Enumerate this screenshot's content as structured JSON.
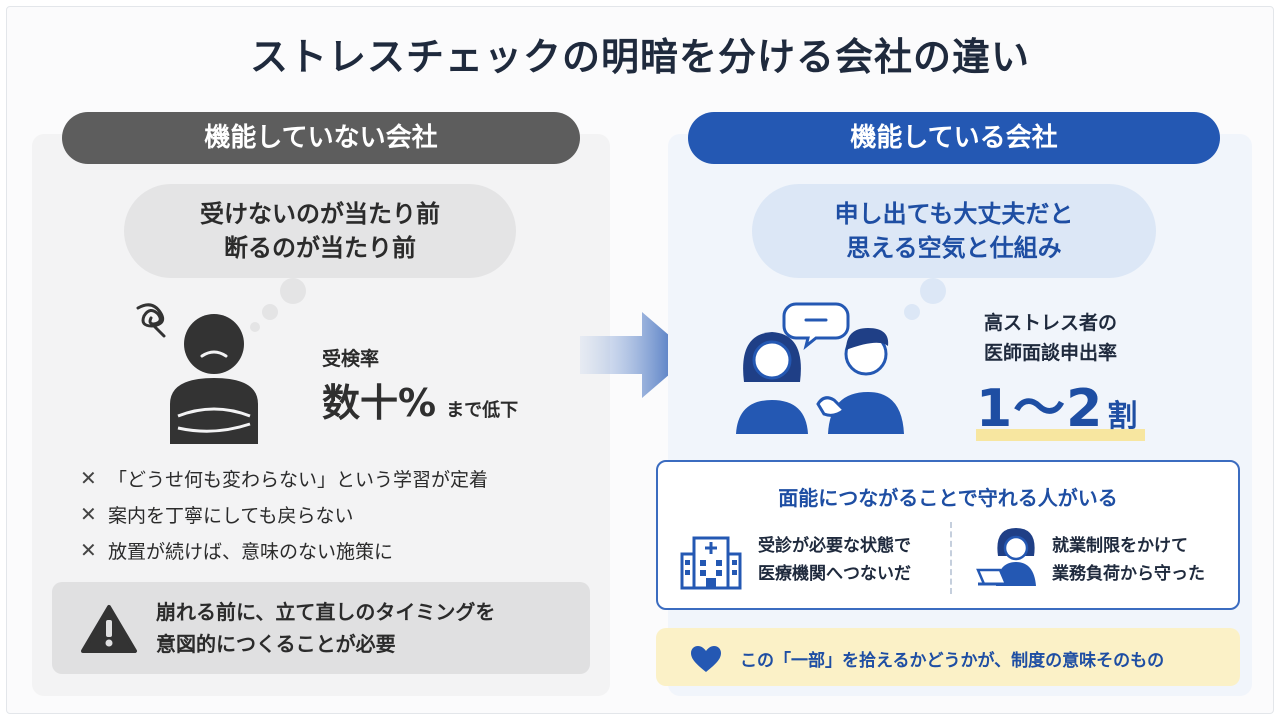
{
  "title": "ストレスチェックの明暗を分ける会社の違い",
  "left": {
    "header": "機能していない会社",
    "bubble_line1": "受けないのが当たり前",
    "bubble_line2": "断るのが当たり前",
    "exam_label": "受検率",
    "exam_value": "数十%",
    "exam_suffix": "まで低下",
    "cross_mark": "✕",
    "items": [
      "「どうせ何も変わらない」という学習が定着",
      "案内を丁寧にしても戻らない",
      "放置が続けば、意味のない施策に"
    ],
    "warning_line1": "崩れる前に、立て直しのタイミングを",
    "warning_line2": "意図的につくることが必要"
  },
  "right": {
    "header": "機能している会社",
    "bubble_line1": "申し出ても大丈夫だと",
    "bubble_line2": "思える空気と仕組み",
    "rate_label_line1": "高ストレス者の",
    "rate_label_line2": "医師面談申出率",
    "rate_value": "1〜2",
    "rate_unit": "割",
    "protect_title": "面能につながることで守れる人がいる",
    "protect_item1_line1": "受診が必要な状態で",
    "protect_item1_line2": "医療機関へつないだ",
    "protect_item2_line1": "就業制限をかけて",
    "protect_item2_line2": "業務負荷から守った",
    "bottom_text": "この「一部」を拾えるかどうかが、制度の意味そのもの"
  },
  "colors": {
    "dark_gray": "#5d5d5d",
    "brand_blue": "#2458b3",
    "highlight_yellow": "#f7e6a0"
  },
  "icons": {
    "left_person": "stressed-person-icon",
    "right_people": "conversation-people-icon",
    "warning": "warning-icon",
    "hospital": "hospital-icon",
    "worker": "worker-icon",
    "heart": "heart-icon",
    "arrow": "arrow-right-icon"
  }
}
